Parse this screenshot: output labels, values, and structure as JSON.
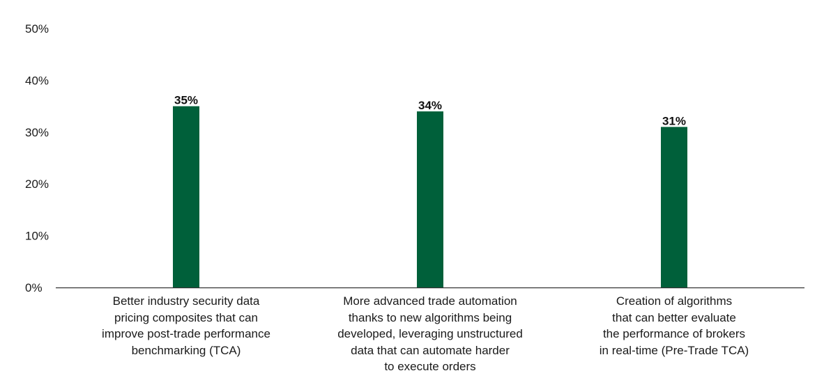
{
  "chart_data": {
    "type": "bar",
    "categories": [
      [
        "Better industry security data",
        "pricing composites that can",
        "improve post-trade performance",
        "benchmarking (TCA)"
      ],
      [
        "More advanced trade automation",
        "thanks to new algorithms being",
        "developed, leveraging unstructured",
        "data that can automate harder",
        "to execute orders"
      ],
      [
        "Creation of algorithms",
        "that can better evaluate",
        "the performance of brokers",
        "in real-time (Pre-Trade TCA)"
      ]
    ],
    "values": [
      35,
      34,
      31
    ],
    "value_labels": [
      "35%",
      "34%",
      "31%"
    ],
    "ylim": [
      0,
      50
    ],
    "yticks": [
      0,
      10,
      20,
      30,
      40,
      50
    ],
    "ytick_labels": [
      "0%",
      "10%",
      "20%",
      "30%",
      "40%",
      "50%"
    ],
    "grid": false,
    "colors": {
      "bar": "#00603a",
      "axis": "#333333"
    }
  }
}
